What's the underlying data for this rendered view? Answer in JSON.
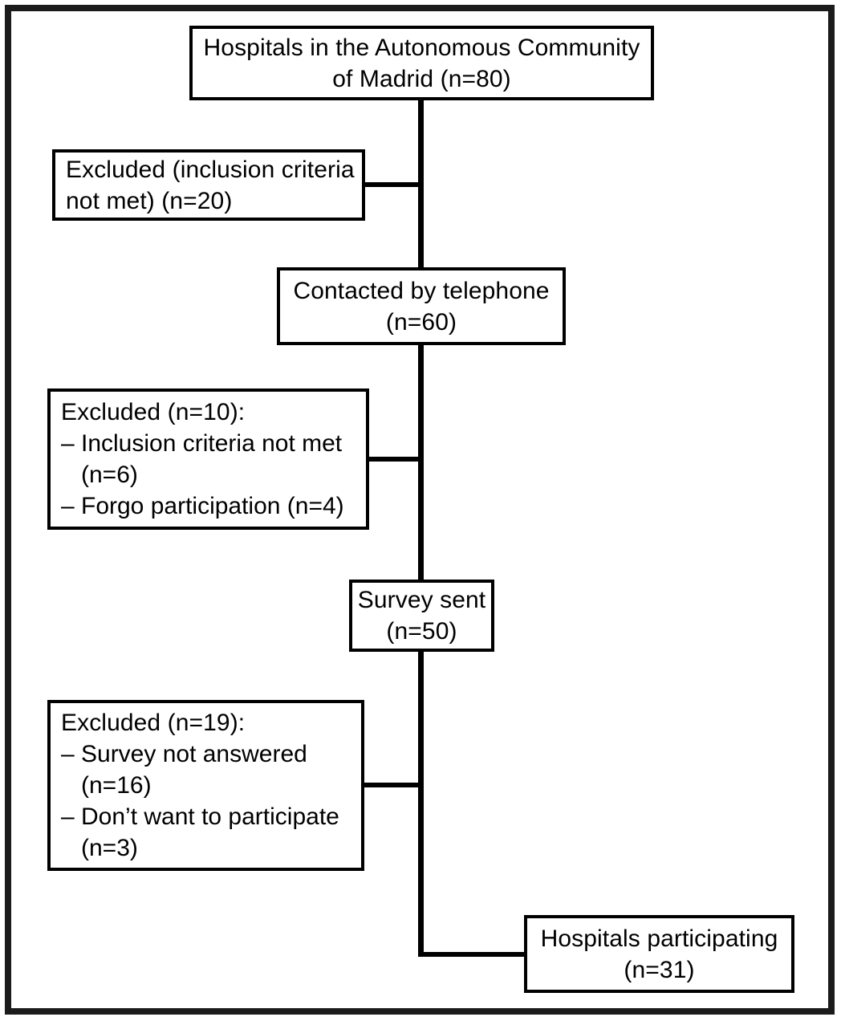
{
  "figure": {
    "type": "flowchart",
    "title": "Hospital participation flow diagram",
    "orientation": "top-to-bottom",
    "colors": {
      "frame": "#1b1b1b",
      "box_border": "#000000",
      "box_fill": "#ffffff",
      "text": "#000000",
      "connector": "#000000"
    }
  },
  "nodes": {
    "source": {
      "id": "source",
      "kind": "main",
      "line1": "Hospitals in the Autonomous Community",
      "line2": "of Madrid (n=80)",
      "n": 80
    },
    "excluded_1": {
      "id": "excluded-1",
      "kind": "excluded",
      "line1": "Excluded (inclusion criteria",
      "line2": "not met) (n=20)",
      "n": 20
    },
    "contacted": {
      "id": "contacted",
      "kind": "main",
      "line1": "Contacted by telephone",
      "line2": "(n=60)",
      "n": 60
    },
    "excluded_2": {
      "id": "excluded-2",
      "kind": "excluded",
      "heading": "Excluded (n=10):",
      "n": 10,
      "items": [
        {
          "dash": "–",
          "text": "Inclusion criteria not met",
          "cont": "(n=6)",
          "n": 6
        },
        {
          "dash": "–",
          "text": "Forgo participation (n=4)",
          "cont": "",
          "n": 4
        }
      ]
    },
    "survey_sent": {
      "id": "survey-sent",
      "kind": "main",
      "line1": "Survey sent",
      "line2": "(n=50)",
      "n": 50
    },
    "excluded_3": {
      "id": "excluded-3",
      "kind": "excluded",
      "heading": "Excluded (n=19):",
      "n": 19,
      "items": [
        {
          "dash": "–",
          "text": "Survey not answered",
          "cont": "(n=16)",
          "n": 16
        },
        {
          "dash": "–",
          "text": "Don’t want to participate",
          "cont": "(n=3)",
          "n": 3
        }
      ]
    },
    "participating": {
      "id": "participating",
      "kind": "main",
      "line1": "Hospitals participating",
      "line2": "(n=31)",
      "n": 31
    }
  },
  "flow": [
    {
      "from": "source",
      "to": "contacted",
      "value": 60
    },
    {
      "from": "source",
      "to": "excluded_1",
      "value": 20
    },
    {
      "from": "contacted",
      "to": "survey_sent",
      "value": 50
    },
    {
      "from": "contacted",
      "to": "excluded_2",
      "value": 10
    },
    {
      "from": "survey_sent",
      "to": "participating",
      "value": 31
    },
    {
      "from": "survey_sent",
      "to": "excluded_3",
      "value": 19
    }
  ]
}
